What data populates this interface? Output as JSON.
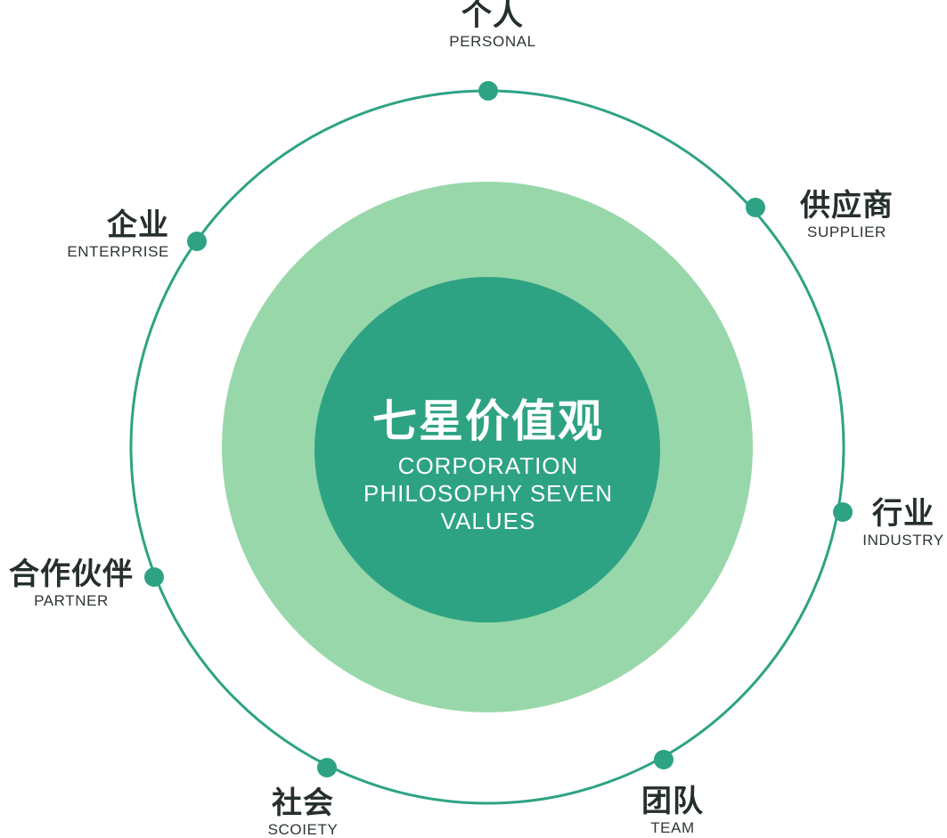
{
  "colors": {
    "ring": "#2ea384",
    "outer_disc": "#98d7aa",
    "inner_disc": "#2ea384",
    "node": "#2ea384",
    "label_text": "#252f2c",
    "center_text": "#ffffff"
  },
  "center": {
    "title": "七星价值观",
    "subtitle_line1": "CORPORATION",
    "subtitle_line2": "PHILOSOPHY SEVEN",
    "subtitle_line3": "VALUES"
  },
  "nodes": [
    {
      "id": "personal",
      "zh": "个人",
      "en": "PERSONAL"
    },
    {
      "id": "supplier",
      "zh": "供应商",
      "en": "SUPPLIER"
    },
    {
      "id": "industry",
      "zh": "行业",
      "en": "INDUSTRY"
    },
    {
      "id": "team",
      "zh": "团队",
      "en": "TEAM"
    },
    {
      "id": "society",
      "zh": "社会",
      "en": "SCOIETY"
    },
    {
      "id": "partner",
      "zh": "合作伙伴",
      "en": "PARTNER"
    },
    {
      "id": "enterprise",
      "zh": "企业",
      "en": "ENTERPRISE"
    }
  ]
}
